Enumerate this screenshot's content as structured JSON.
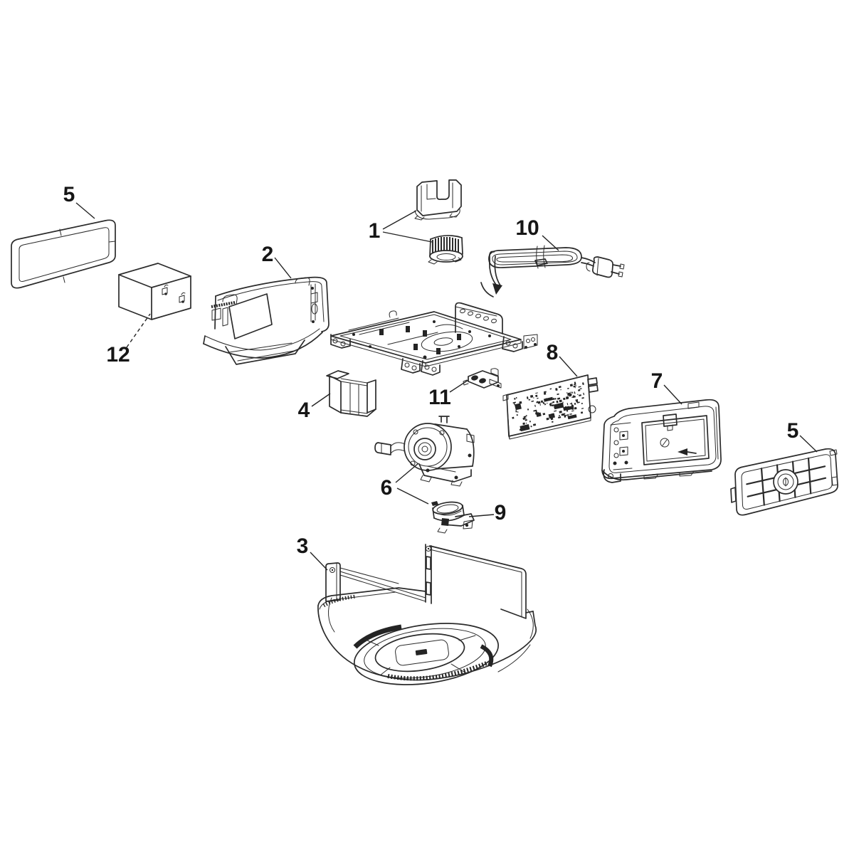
{
  "figure": {
    "type": "exploded-parts-diagram",
    "background_color": "#ffffff",
    "line_color": "#2b2b2b",
    "label_color": "#161616",
    "callouts": {
      "part1": "1",
      "part2": "2",
      "part3": "3",
      "part4": "4",
      "part5_left": "5",
      "part5_right": "5",
      "part6": "6",
      "part7": "7",
      "part8": "8",
      "part9": "9",
      "part10": "10",
      "part11": "11",
      "part12": "12"
    }
  }
}
